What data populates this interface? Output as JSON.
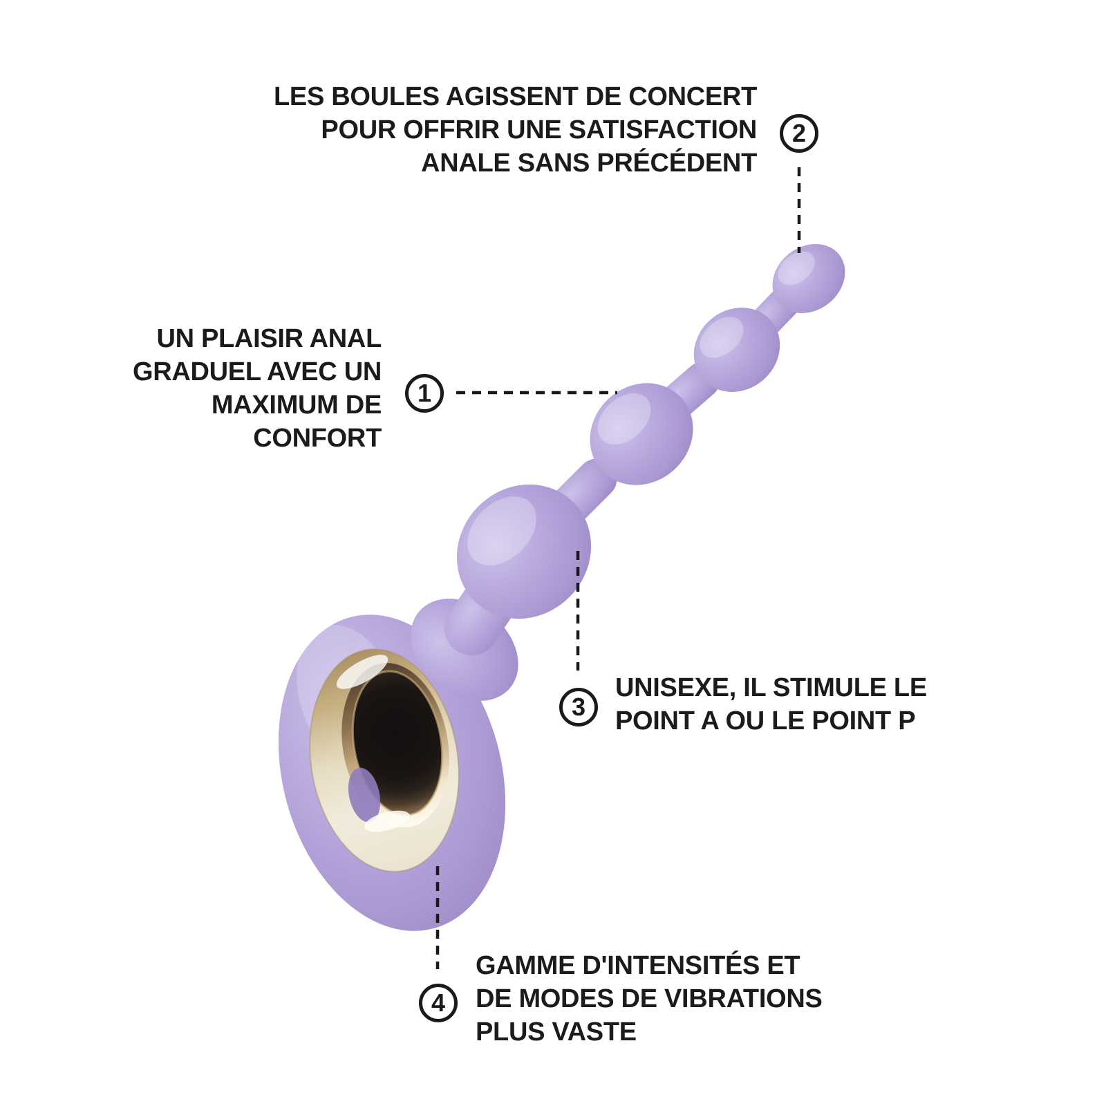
{
  "figure": {
    "alt": "Chapelet de boules anales vibrant en silicone lavande avec poignée à anneau doré",
    "colors": {
      "background": "#ffffff",
      "body_lavender": "#b4a3d9",
      "body_highlight": "#cdc2ea",
      "body_shadow": "#9a86c5",
      "ring_gold": "#c7b183",
      "ring_cream": "#f0e9d9",
      "ring_hole": "#1a1412",
      "text": "#1b1b1b",
      "leader_line": "#1a1a1a"
    }
  },
  "callouts": [
    {
      "number": "1",
      "lines": [
        "UN PLAISIR ANAL",
        "GRADUEL AVEC UN",
        "MAXIMUM DE",
        "CONFORT"
      ]
    },
    {
      "number": "2",
      "lines": [
        "LES BOULES AGISSENT DE CONCERT",
        "POUR OFFRIR UNE SATISFACTION",
        "ANALE SANS PRÉCÉDENT"
      ]
    },
    {
      "number": "3",
      "lines": [
        "UNISEXE, IL STIMULE LE",
        "POINT A OU LE POINT P"
      ]
    },
    {
      "number": "4",
      "lines": [
        "GAMME D'INTENSITÉS ET",
        "DE MODES DE VIBRATIONS",
        "PLUS VASTE"
      ]
    }
  ]
}
